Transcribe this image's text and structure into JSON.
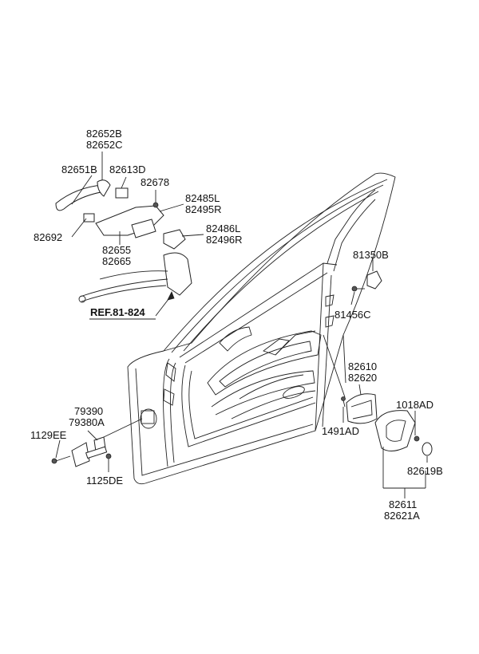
{
  "labels": {
    "p82652b": "82652B",
    "p82652c": "82652C",
    "p82651b": "82651B",
    "p82613d": "82613D",
    "p82678": "82678",
    "p82485l": "82485L",
    "p82495r": "82495R",
    "p82692": "82692",
    "p82486l": "82486L",
    "p82496r": "82496R",
    "p82655": "82655",
    "p82665": "82665",
    "ref": "REF.81-824",
    "p81350b": "81350B",
    "p81456c": "81456C",
    "p82610": "82610",
    "p82620": "82620",
    "p1018ad": "1018AD",
    "p1491ad": "1491AD",
    "p82619b": "82619B",
    "p82611": "82611",
    "p82621a": "82621A",
    "p79390": "79390",
    "p79380a": "79380A",
    "p1129ee": "1129EE",
    "p1125de": "1125DE"
  }
}
